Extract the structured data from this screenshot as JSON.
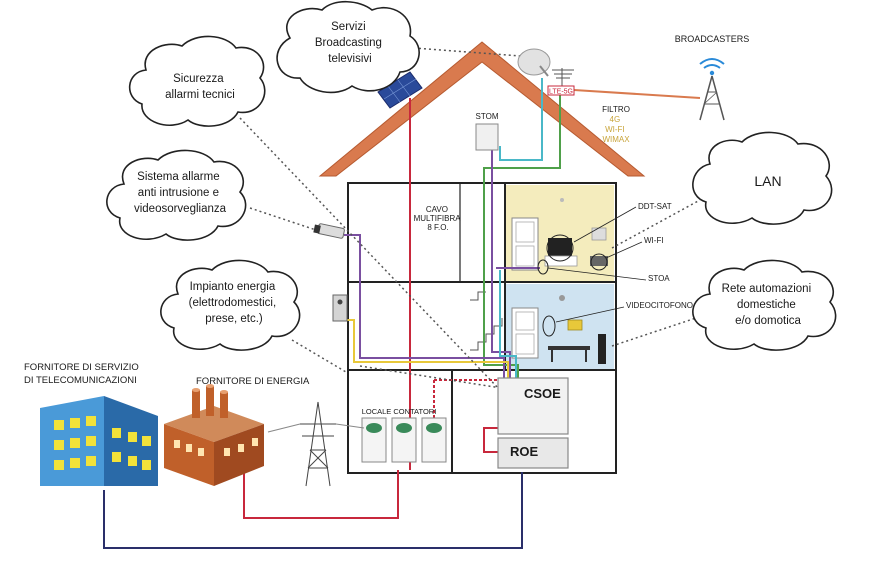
{
  "clouds": {
    "servizi": [
      "Servizi",
      "Broadcasting",
      "televisivi"
    ],
    "sicurezza": [
      "Sicurezza",
      "allarmi tecnici"
    ],
    "sistema": [
      "Sistema allarme",
      "anti intrusione e",
      "videosorveglianza"
    ],
    "impianto": [
      "Impianto energia",
      "(elettrodomestici,",
      "prese, etc.)"
    ],
    "lan": [
      "LAN"
    ],
    "rete": [
      "Rete automazioni",
      "domestiche",
      "e/o domotica"
    ]
  },
  "labels": {
    "broadcasters": "BROADCASTERS",
    "stom": "STOM",
    "lte": "LTE-5G",
    "filtro": "FILTRO",
    "filtro_items": [
      "4G",
      "WI-FI",
      "WIMAX"
    ],
    "cavo": [
      "CAVO",
      "MULTIFIBRA",
      "8 F.O."
    ],
    "ddt_sat": "DDT-SAT",
    "wifi": "WI-FI",
    "stoa": "STOA",
    "videocitofono": "VIDEOCITOFONO",
    "locale_contatori": "LOCALE CONTATORI",
    "csoe": "CSOE",
    "roe": "ROE",
    "fornitore_tel": [
      "FORNITORE DI SERVIZIO",
      "DI TELECOMUNICAZIONI"
    ],
    "fornitore_energia": "FORNITORE DI ENERGIA"
  },
  "colors": {
    "roof": "#d97a4e",
    "room_top": "#f4ecbd",
    "room_mid": "#cfe3f1",
    "fiber_purple": "#7a4fa0",
    "cable_red": "#c8283c",
    "cable_green": "#4fa04a",
    "cable_cyan": "#4ab8c8",
    "cable_yellow": "#e8c83a",
    "cable_navy": "#2a2f6a",
    "broadcast_line": "#d97a4e"
  }
}
